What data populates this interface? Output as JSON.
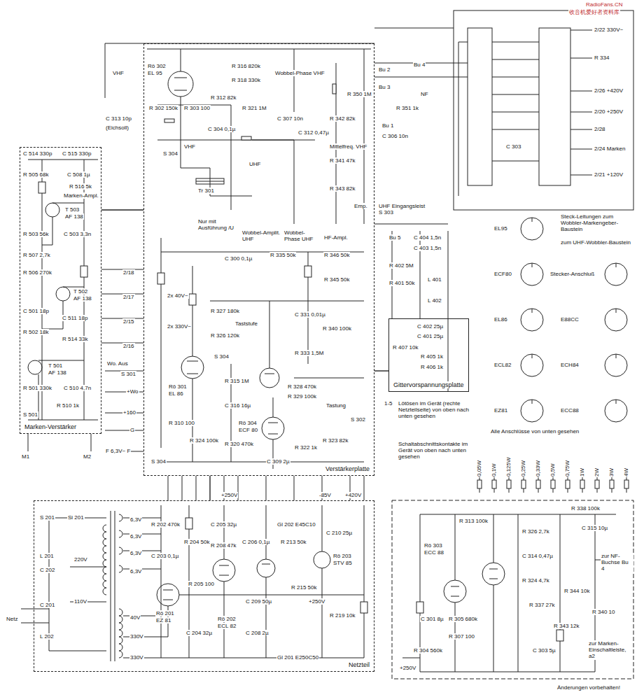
{
  "diagram": {
    "nodes": [
      {
        "text": [
          "Marken-Verstärker"
        ]
      },
      {
        "text": [
          "Verstärkerplatte"
        ]
      },
      {
        "text": [
          "Gittervorspannungsplatte"
        ]
      },
      {
        "text": [
          "Netzteil"
        ]
      }
    ],
    "edges": [
      {
        "from": 0,
        "to": 1,
        "arrow": "none"
      },
      {
        "from": 3,
        "to": 1,
        "arrow": "none"
      },
      {
        "from": 2,
        "to": 1,
        "arrow": "none"
      }
    ],
    "labels": [
      "RadioFans.CN",
      "收音机爱好者资料库",
      "2/22 330V~",
      "R 334",
      "2/26 +420V",
      "2/20 +250V",
      "2/28",
      "2/24 Marken",
      "2/21 +120V",
      "C 303",
      "Steck-Leitungen zum Wobbler-Markengeber-Baustein",
      "zum UHF-Wobbler-Baustein",
      "EL95",
      "ECF80",
      "EL86",
      "ECL82",
      "EZ81",
      "Stecker-Anschluß",
      "E88CC",
      "ECH84",
      "ECC88",
      "Alle Anschlüsse von unten gesehen",
      "0,05W",
      "0,1W",
      "0,125W",
      "0,25W",
      "0,33W",
      "0,5W",
      "0,75W",
      "1W",
      "2W",
      "3W",
      "4W",
      "VHF",
      "C 313 10p",
      "(Eichsoll)",
      "Rö 302",
      "EL 95",
      "R 302 150k",
      "R 303 100",
      "R 312 82k",
      "R 316 820k",
      "R 318 330k",
      "Wobbel-Phase VHF",
      "R 321 1M",
      "C 304 0,1µ",
      "C 307 10n",
      "C 312 0,47µ",
      "R 342 82k",
      "Mittelfreq. VHF",
      "R 341 47k",
      "R 350 1M",
      "R 343 82k",
      "Emp.",
      "Bu 2",
      "Bu 3",
      "Bu 4",
      "R 351 1k",
      "NF",
      "Bu 1",
      "C 306 10n",
      "S 304",
      "VHF",
      "UHF",
      "Tr 301",
      "Nur mit Ausführung /U",
      "Wobbel-Amplit. UHF",
      "Wobbel-Phase UHF",
      "R 335 50k",
      "C 300 0,1µ",
      "HF-Ampl.",
      "R 346 50k",
      "R 345 50k",
      "UHF Eingangsleist S 303",
      "2x 40V~",
      "2x 330V~",
      "R 327 180k",
      "Taststufe",
      "R 326 120k",
      "C 331 0,01µ",
      "R 340 100k",
      "R 333 1,5M",
      "S 304",
      "Rö 301",
      "EL 86",
      "R 315 1M",
      "C 316 16µ",
      "R 328 470k",
      "R 329 100k",
      "Tastung",
      "S 302",
      "Rö 304",
      "ECF 80",
      "R 310 100",
      "R 324 100k",
      "R 320 470k",
      "R 322 1k",
      "R 323 82k",
      "C 309 2µ",
      "2/18",
      "2/17",
      "2/15",
      "2/16",
      "Wo. Aus",
      "S 301",
      "+Wo",
      "+160",
      "G",
      "F 6,3V~ F",
      "C 514 330p",
      "C 515 330p",
      "R 505 68k",
      "C 508 1µ",
      "R 516 5k",
      "Marken-Ampl.",
      "T 503",
      "AF 138",
      "R 503 56k",
      "C 503 3,3n",
      "R 507 2,7k",
      "R 506 270k",
      "T 502",
      "AF 138",
      "C 501 18p",
      "C 511 18p",
      "R 502 18k",
      "R 514 33k",
      "T 501",
      "AF 138",
      "R 501 330k",
      "C 510 4,7n",
      "R 510 1k",
      "S 501",
      "M1",
      "M2",
      "Netz",
      "S 201",
      "Si 201",
      "L 201",
      "C 202",
      "220V",
      "110V",
      "C 201",
      "L 202",
      "6,3V",
      "6,3V",
      "6,3V",
      "6,3V",
      "40V",
      "330V",
      "330V",
      "R 202 470k",
      "C 203 0,1µ",
      "Rö 201",
      "EZ 81",
      "R 204 50k",
      "R 205 100",
      "C 204 32µ",
      "C 205 32µ",
      "R 208 47k",
      "C 206 0,1µ",
      "Rö 202",
      "ECL 82",
      "R 213 50k",
      "Gl 202 E45C10",
      "C 210 25µ",
      "Rö 203",
      "STV 85",
      "R 215 50k",
      "C 209 50µ",
      "+250V",
      "R 219 10k",
      "C 208 2µ",
      "Gl 201 E250C50",
      "+250V",
      "-85V",
      "+420V",
      "Rö 303",
      "ECC 88",
      "R 313 100k",
      "R 338 100k",
      "C 315 10µ",
      "R 326 2,7k",
      "C 314 0,47µ",
      "R 324 4,7k",
      "R 337 27k",
      "R 344 10k",
      "R 340 10",
      "R 343 12k",
      "C 303 5µ",
      "C 301 8µ",
      "R 305 680k",
      "R 307 100",
      "R 304 560k",
      "+250V",
      "zur NF-Buchse Bu 4",
      "zur Marken-Einschaltleiste, a2",
      "Änderungen vorbehalten!",
      "Bu 5",
      "C 404 1,5n",
      "C 403 1,5n",
      "R 402 5M",
      "R 401 50k",
      "L 401",
      "L 402",
      "C 402 25µ",
      "C 401 25µ",
      "R 407 10k",
      "R 405 1k",
      "R 406 1k",
      "1-5",
      "Lötösen im Gerät (rechte Netzteilseite) von oben nach unten gesehen",
      "Schaltabschnittskontakte im Gerät von oben nach unten gesehen",
      "S 304"
    ]
  }
}
